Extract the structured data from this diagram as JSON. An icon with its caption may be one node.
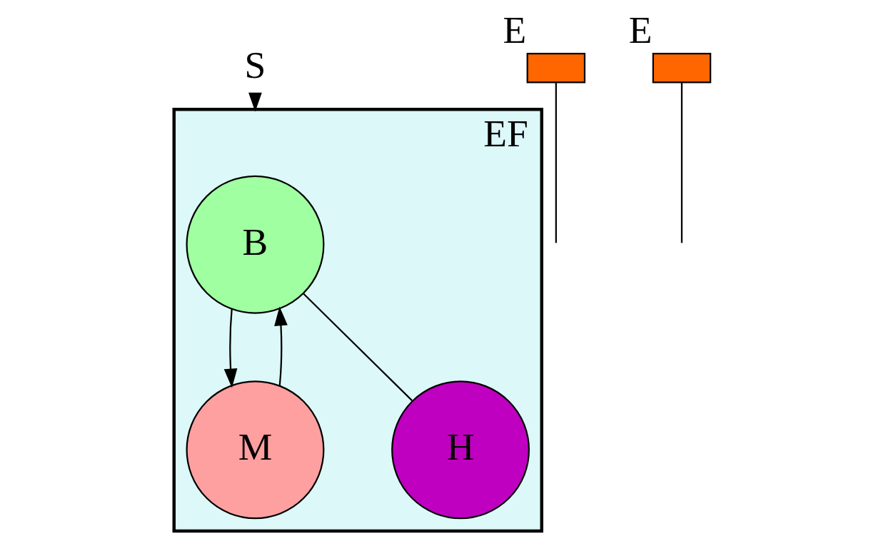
{
  "diagram": {
    "nodes": [
      {
        "text": [
          "EF"
        ]
      },
      {
        "text": [
          "B"
        ],
        "in": 0
      },
      {
        "text": [
          "M"
        ],
        "in": 0
      },
      {
        "text": [
          "H"
        ],
        "in": 0
      },
      {
        "text": [
          "S"
        ]
      },
      {
        "text": [],
        "shape": "box",
        "beside": [
          "E"
        ]
      },
      {
        "text": [],
        "shape": "box",
        "beside": [
          "E"
        ]
      }
    ],
    "edges": [
      {
        "from": 1,
        "to": 2,
        "arrow": "to"
      },
      {
        "from": 2,
        "to": 1,
        "arrow": "to"
      },
      {
        "from": 1,
        "to": 3,
        "arrow": "none"
      },
      {
        "from": 4,
        "to": 0,
        "arrow": "to"
      },
      {
        "from": 5,
        "to": null,
        "arrow": "none"
      },
      {
        "from": 6,
        "to": null,
        "arrow": "none"
      }
    ]
  }
}
